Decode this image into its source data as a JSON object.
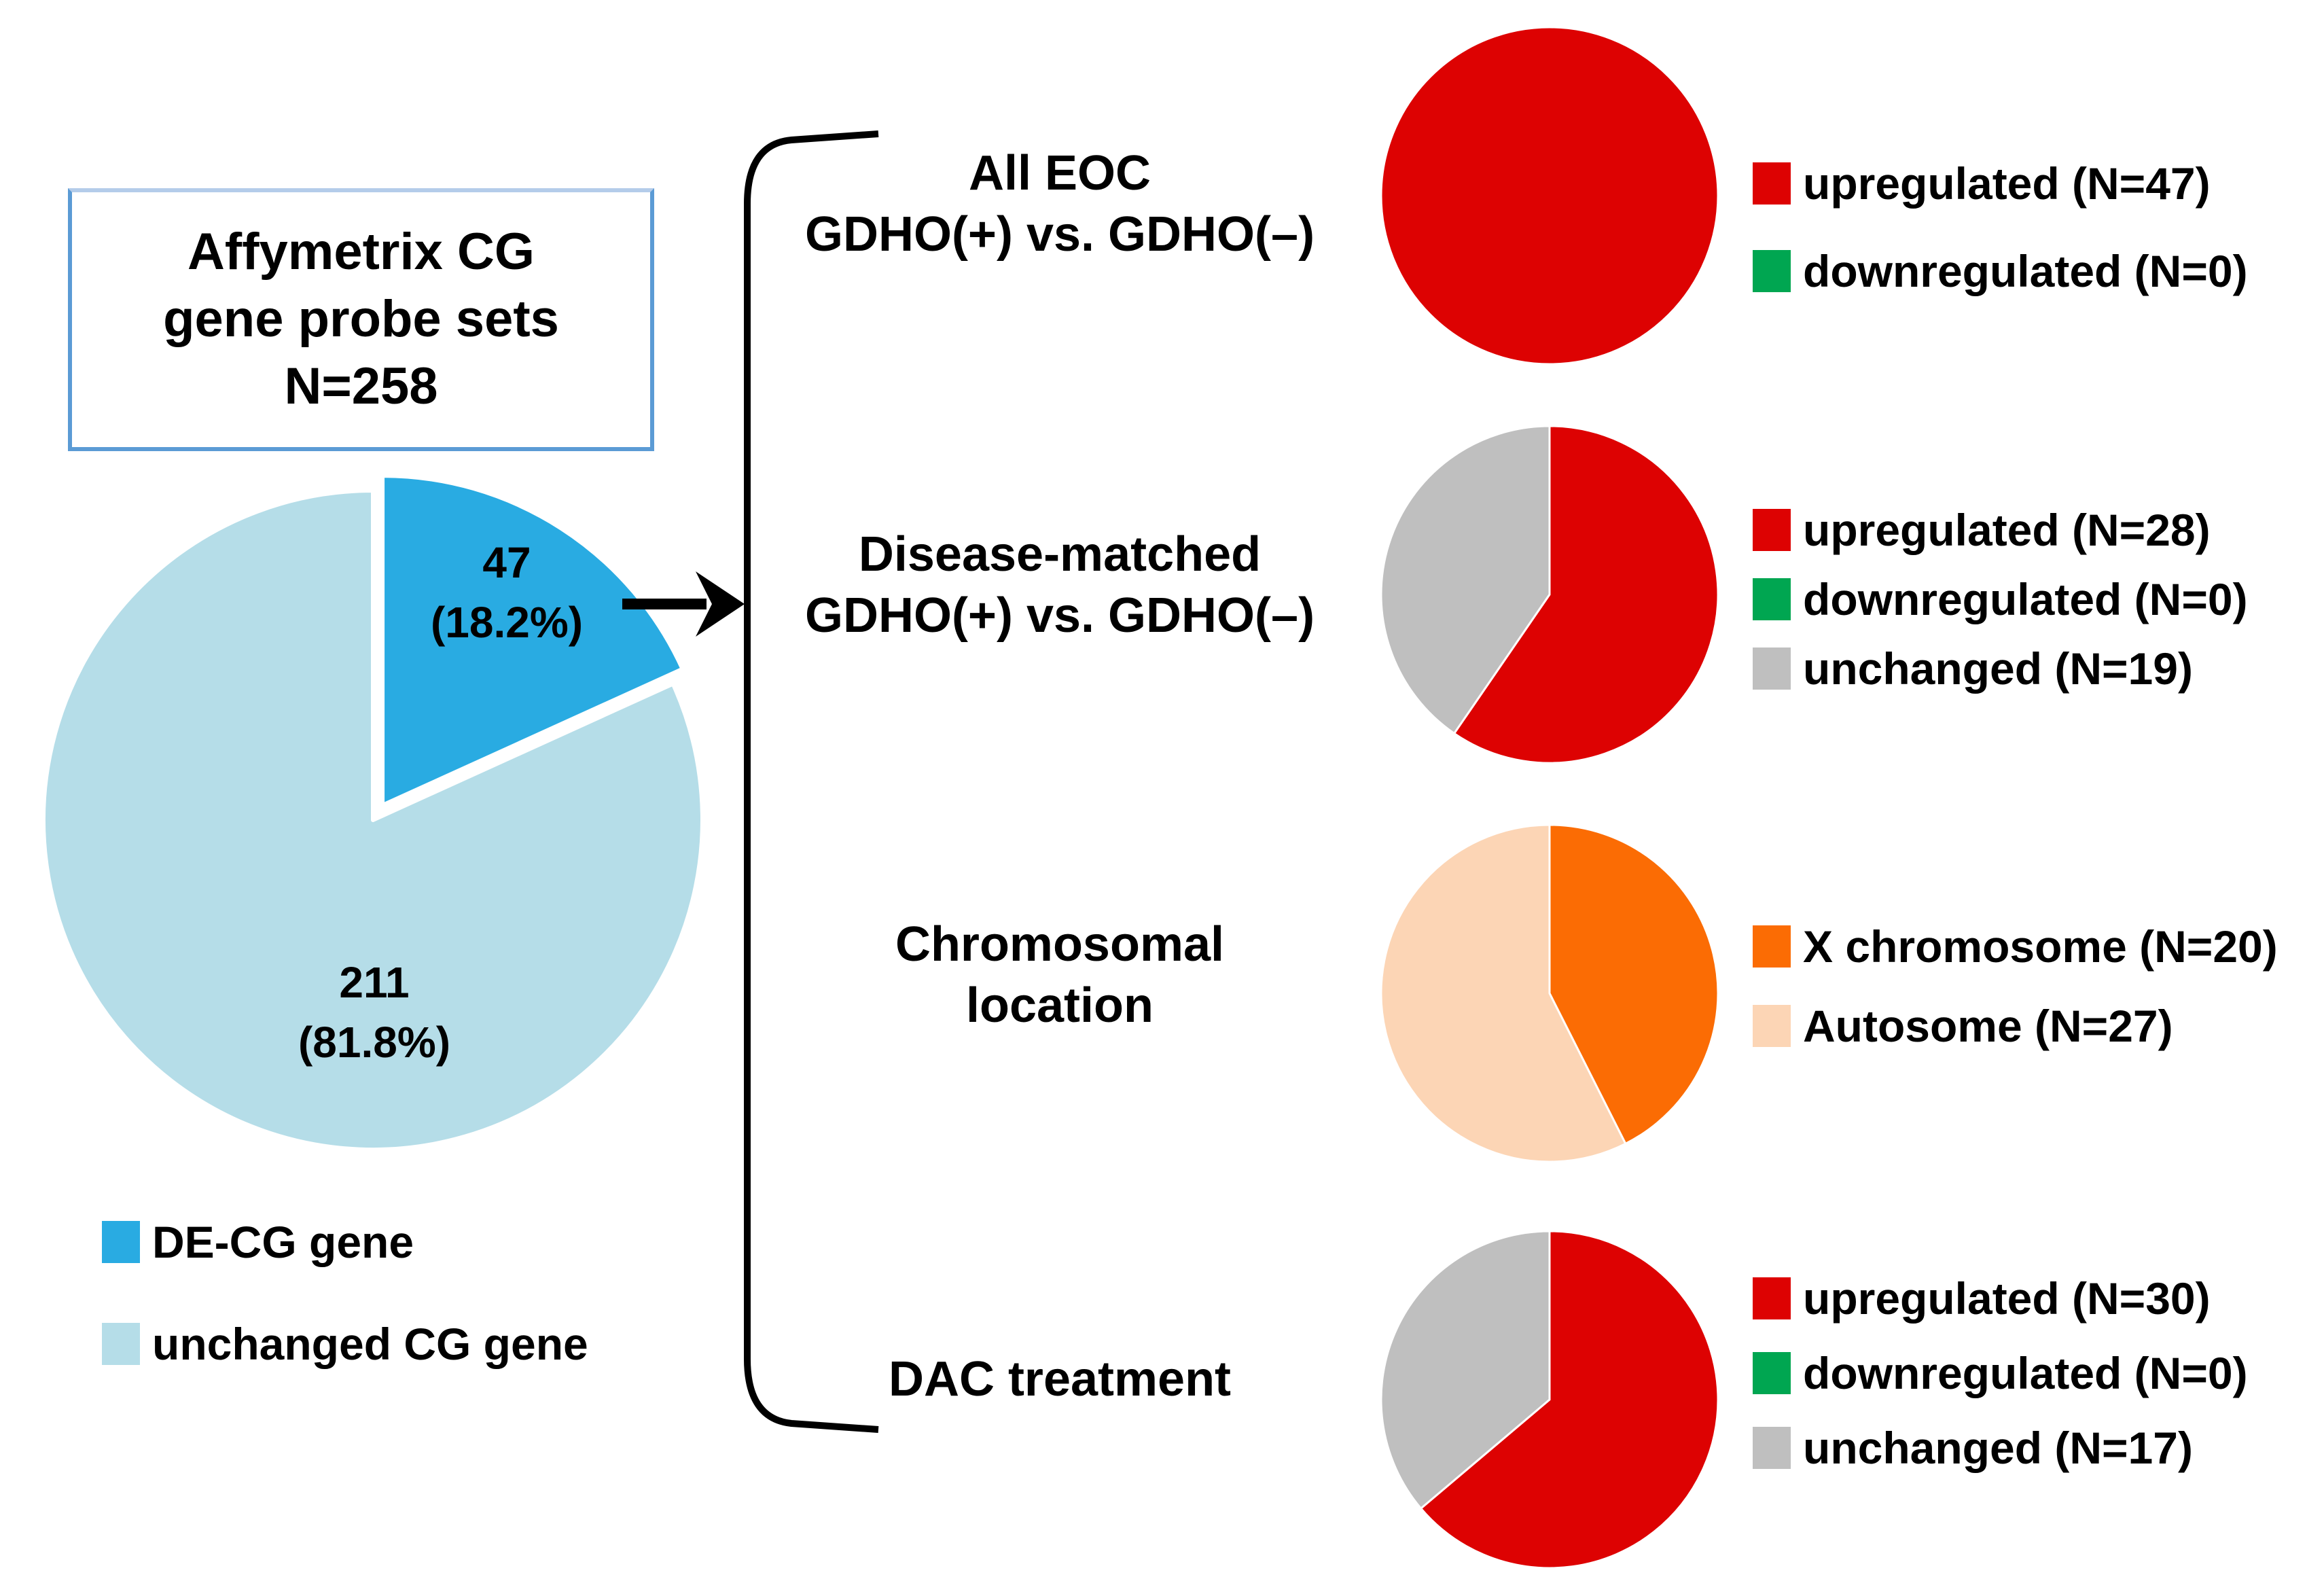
{
  "figure": {
    "title_box": {
      "line1": "Affymetrix CG",
      "line2": "gene probe sets",
      "line3": "N=258"
    },
    "main_pie": {
      "slice1_value": "47",
      "slice1_pct": "(18.2%)",
      "slice2_value": "211",
      "slice2_pct": "(81.8%)"
    },
    "main_legend": [
      {
        "label": "DE-CG gene",
        "color": "#29ABE2"
      },
      {
        "label": "unchanged CG gene",
        "color": "#B5DDE8"
      }
    ],
    "sections": [
      {
        "line1": "All EOC",
        "line2": "GDHO(+) vs. GDHO(–)",
        "legend": [
          {
            "label": "upregulated (N=47)",
            "color": "#DD0202"
          },
          {
            "label": "downregulated (N=0)",
            "color": "#00A651"
          }
        ]
      },
      {
        "line1": "Disease-matched",
        "line2": "GDHO(+) vs. GDHO(–)",
        "legend": [
          {
            "label": "upregulated (N=28)",
            "color": "#DD0202"
          },
          {
            "label": "downregulated (N=0)",
            "color": "#00A651"
          },
          {
            "label": "unchanged (N=19)",
            "color": "#BFBFBF"
          }
        ]
      },
      {
        "line1": "Chromosomal",
        "line2": "location",
        "legend": [
          {
            "label": "X chromosome (N=20)",
            "color": "#FB6C04"
          },
          {
            "label": "Autosome (N=27)",
            "color": "#FCD5B5"
          }
        ]
      },
      {
        "line1": "DAC treatment",
        "line2": "",
        "legend": [
          {
            "label": "upregulated (N=30)",
            "color": "#DD0202"
          },
          {
            "label": "downregulated (N=0)",
            "color": "#00A651"
          },
          {
            "label": "unchanged (N=17)",
            "color": "#BFBFBF"
          }
        ]
      }
    ]
  },
  "chart_data": {
    "type": "pie",
    "title": "Affymetrix CG gene probe sets N=258",
    "pies": [
      {
        "name": "affymetrix-cg-gene-probe-sets",
        "total": 258,
        "slices": [
          {
            "label": "DE-CG gene",
            "value": 47,
            "pct": 18.2,
            "color": "#29ABE2"
          },
          {
            "label": "unchanged CG gene",
            "value": 211,
            "pct": 81.8,
            "color": "#B5DDE8"
          }
        ]
      },
      {
        "name": "all-eoc-gdho-pos-vs-gdho-neg",
        "total": 47,
        "slices": [
          {
            "label": "upregulated",
            "value": 47,
            "color": "#DD0202"
          },
          {
            "label": "downregulated",
            "value": 0,
            "color": "#00A651"
          }
        ]
      },
      {
        "name": "disease-matched-gdho-pos-vs-gdho-neg",
        "total": 47,
        "slices": [
          {
            "label": "upregulated",
            "value": 28,
            "color": "#DD0202"
          },
          {
            "label": "downregulated",
            "value": 0,
            "color": "#00A651"
          },
          {
            "label": "unchanged",
            "value": 19,
            "color": "#BFBFBF"
          }
        ]
      },
      {
        "name": "chromosomal-location",
        "total": 47,
        "slices": [
          {
            "label": "X chromosome",
            "value": 20,
            "color": "#FB6C04"
          },
          {
            "label": "Autosome",
            "value": 27,
            "color": "#FCD5B5"
          }
        ]
      },
      {
        "name": "dac-treatment",
        "total": 47,
        "slices": [
          {
            "label": "upregulated",
            "value": 30,
            "color": "#DD0202"
          },
          {
            "label": "downregulated",
            "value": 0,
            "color": "#00A651"
          },
          {
            "label": "unchanged",
            "value": 17,
            "color": "#BFBFBF"
          }
        ]
      }
    ]
  }
}
